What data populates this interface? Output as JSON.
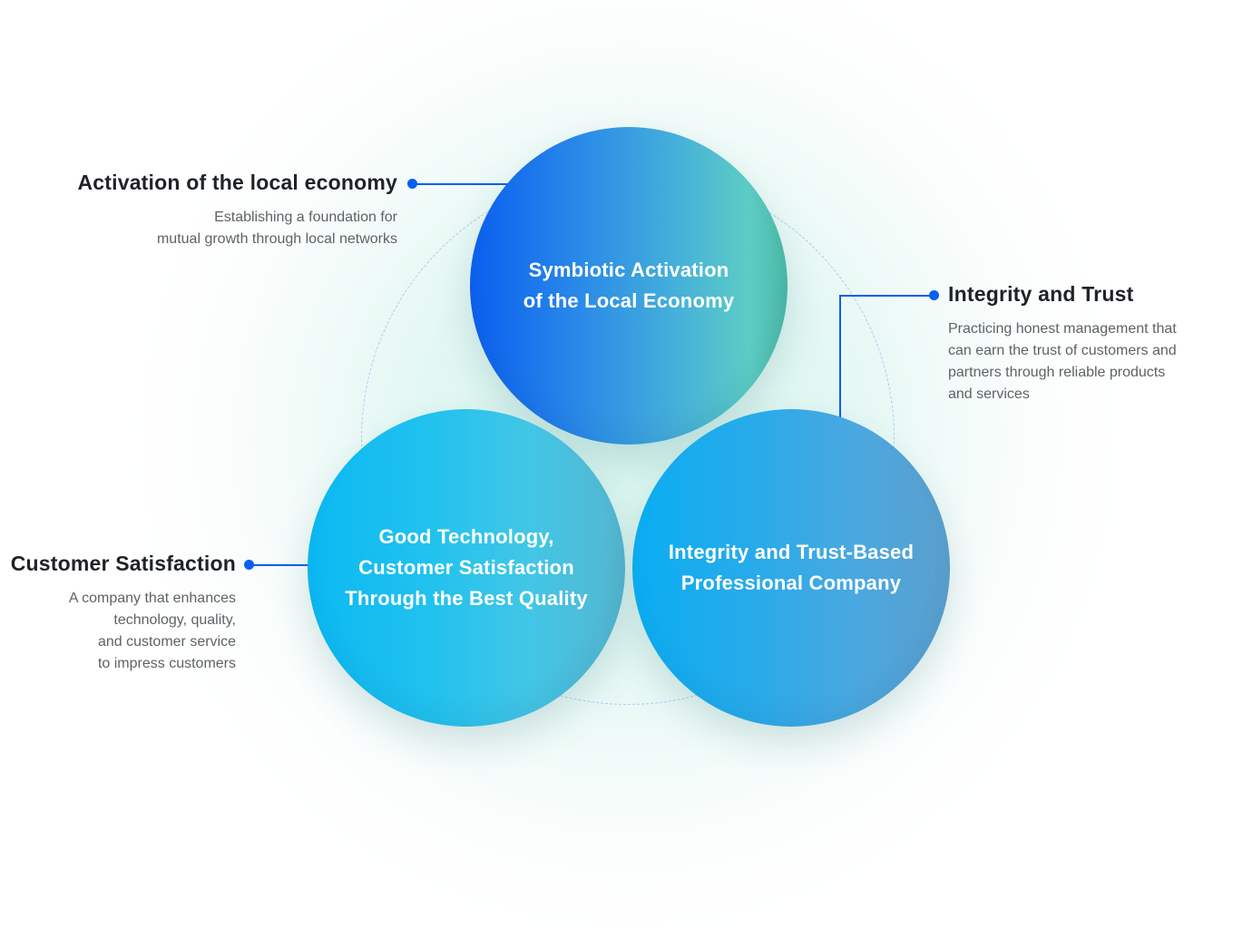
{
  "colors": {
    "accent_line": "#0a5ef0",
    "title_text": "#1f2226",
    "desc_text": "#5e6266",
    "dashed_ring": "#a9cdf3"
  },
  "circles": {
    "top": {
      "text": "Symbiotic Activation\nof the Local Economy"
    },
    "left": {
      "text": "Good Technology,\nCustomer Satisfaction\nThrough the Best Quality"
    },
    "right": {
      "text": "Integrity and Trust-Based\nProfessional Company"
    }
  },
  "labels": {
    "local_economy": {
      "title": "Activation of the local economy",
      "description": "Establishing a foundation for\nmutual growth through local networks"
    },
    "integrity": {
      "title": "Integrity and Trust",
      "description": "Practicing honest management that\ncan earn the trust of customers and\npartners through reliable products\nand services"
    },
    "customer": {
      "title": "Customer Satisfaction",
      "description": "A company that enhances\ntechnology, quality,\nand customer service\nto impress customers"
    }
  }
}
